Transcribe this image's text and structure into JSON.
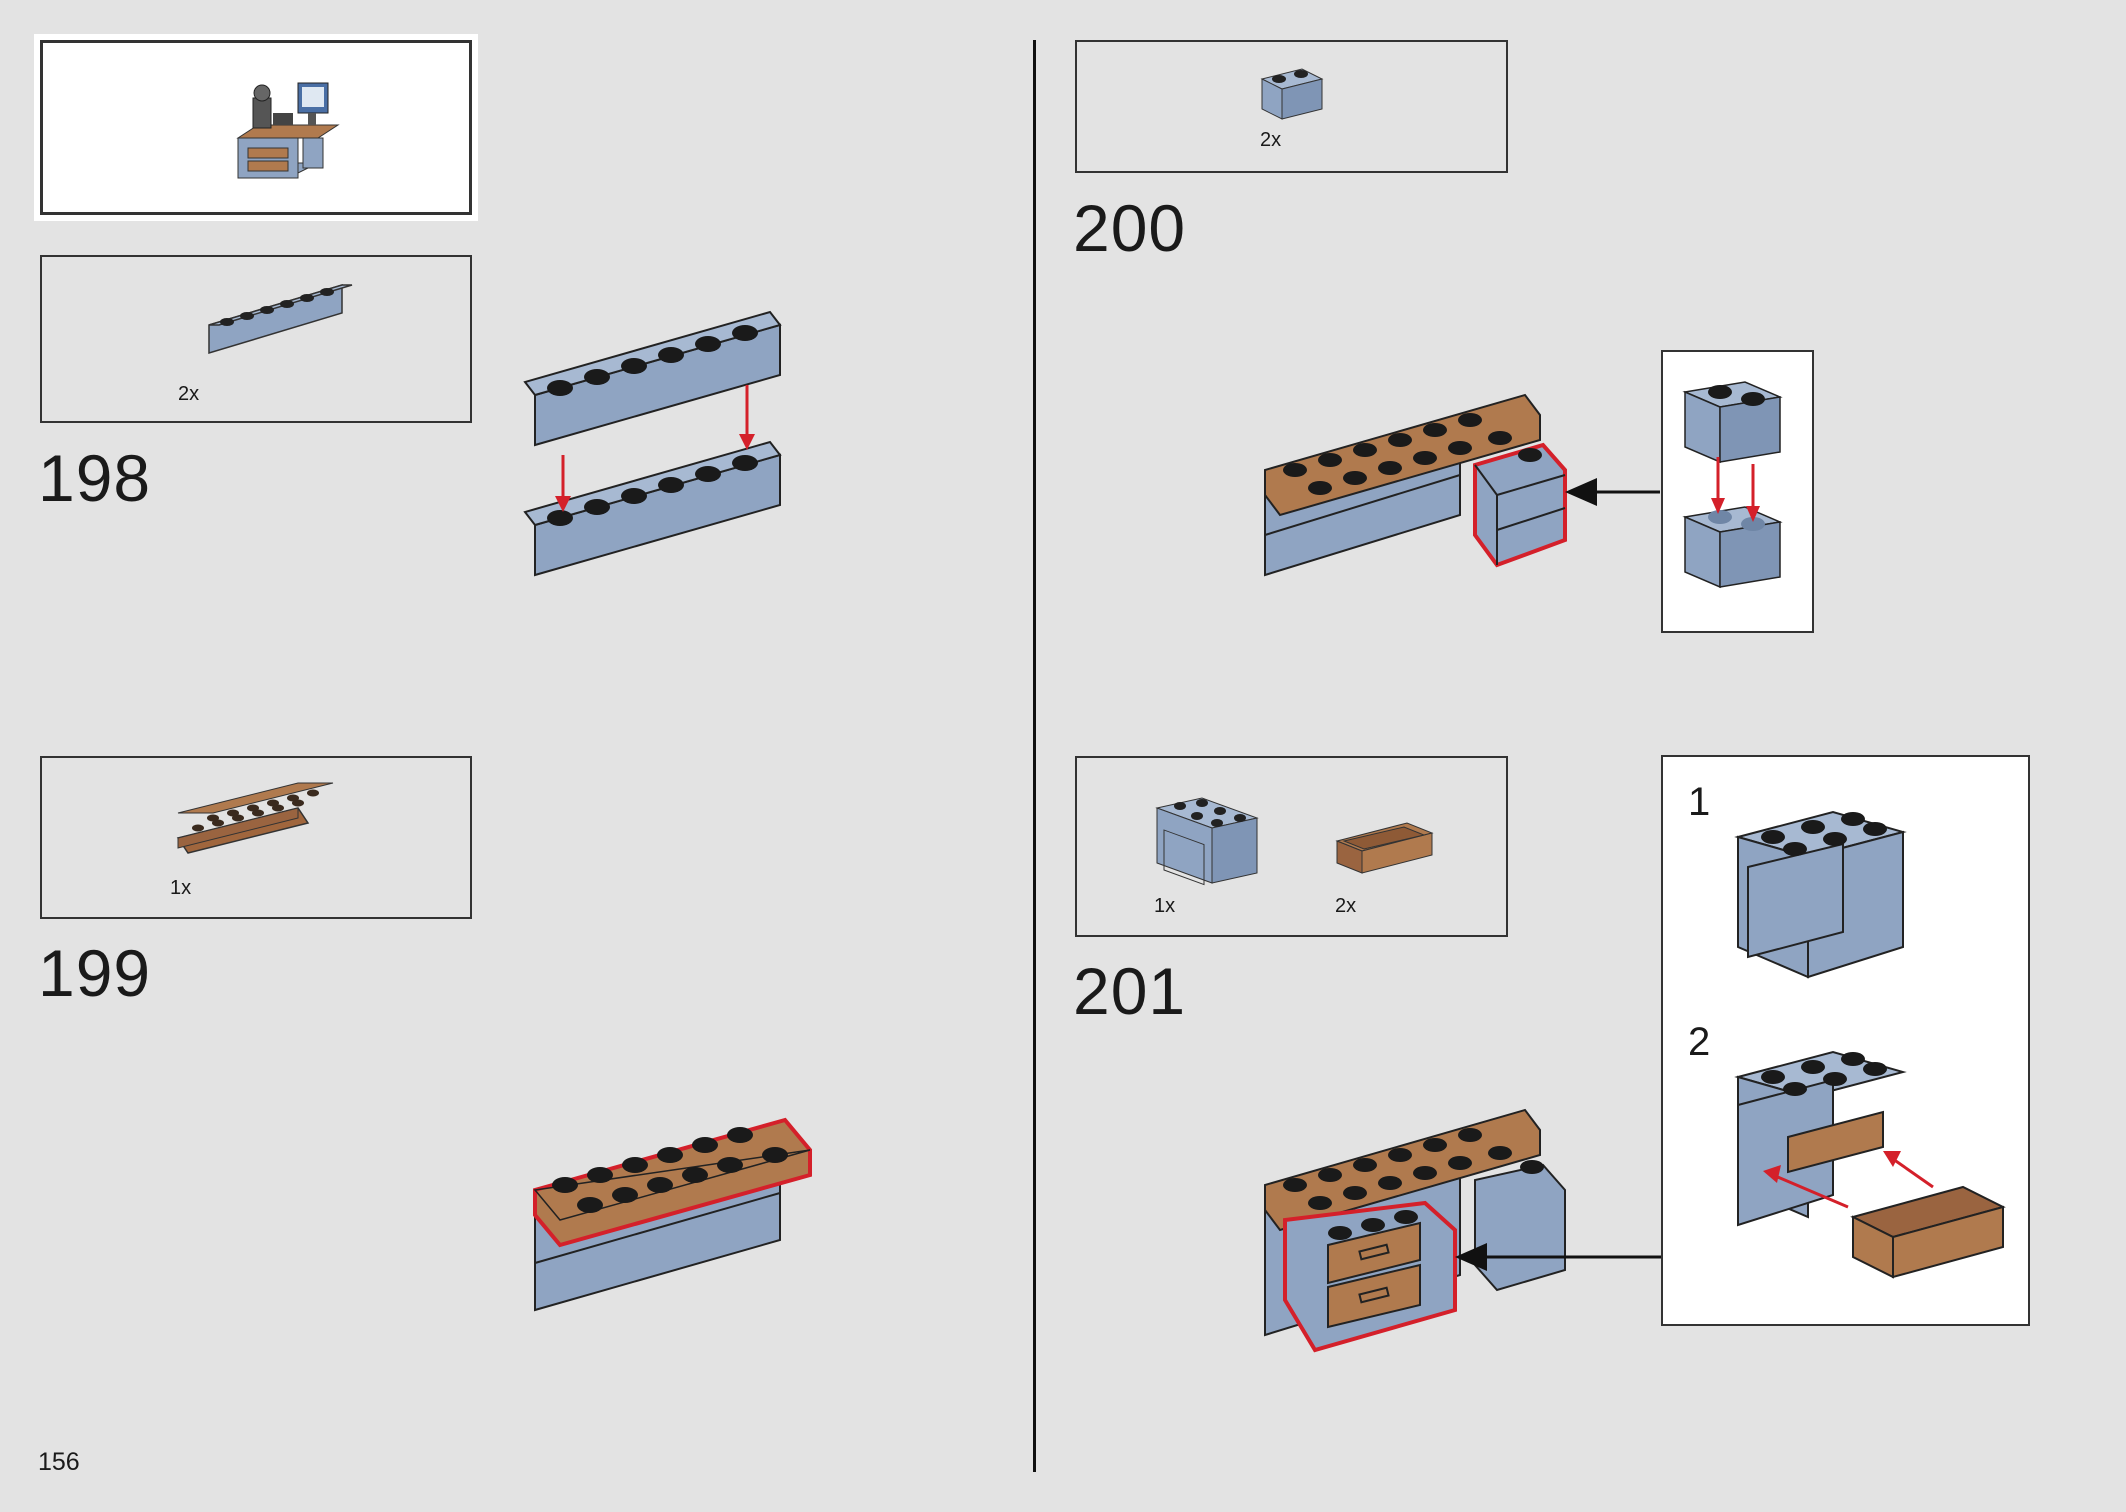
{
  "page": {
    "number": "156"
  },
  "steps": [
    {
      "number": "198",
      "parts": [
        {
          "qty": "2x",
          "part": "brick-1x6-sand-blue"
        }
      ]
    },
    {
      "number": "199",
      "parts": [
        {
          "qty": "1x",
          "part": "plate-2x6-medium-nougat"
        }
      ]
    },
    {
      "number": "200",
      "parts": [
        {
          "qty": "2x",
          "part": "brick-1x2-sand-blue"
        }
      ]
    },
    {
      "number": "201",
      "parts": [
        {
          "qty": "1x",
          "part": "drawer-cabinet-sand-blue"
        },
        {
          "qty": "2x",
          "part": "drawer-medium-nougat"
        }
      ],
      "substeps": [
        {
          "label": "1"
        },
        {
          "label": "2"
        }
      ]
    }
  ],
  "colors": {
    "sand_blue": "#8fa4c2",
    "sand_blue_dark": "#6f86a6",
    "nougat": "#b07a4e",
    "highlight_red": "#d4202a",
    "arrow_black": "#111111",
    "background": "#e3e3e3"
  }
}
